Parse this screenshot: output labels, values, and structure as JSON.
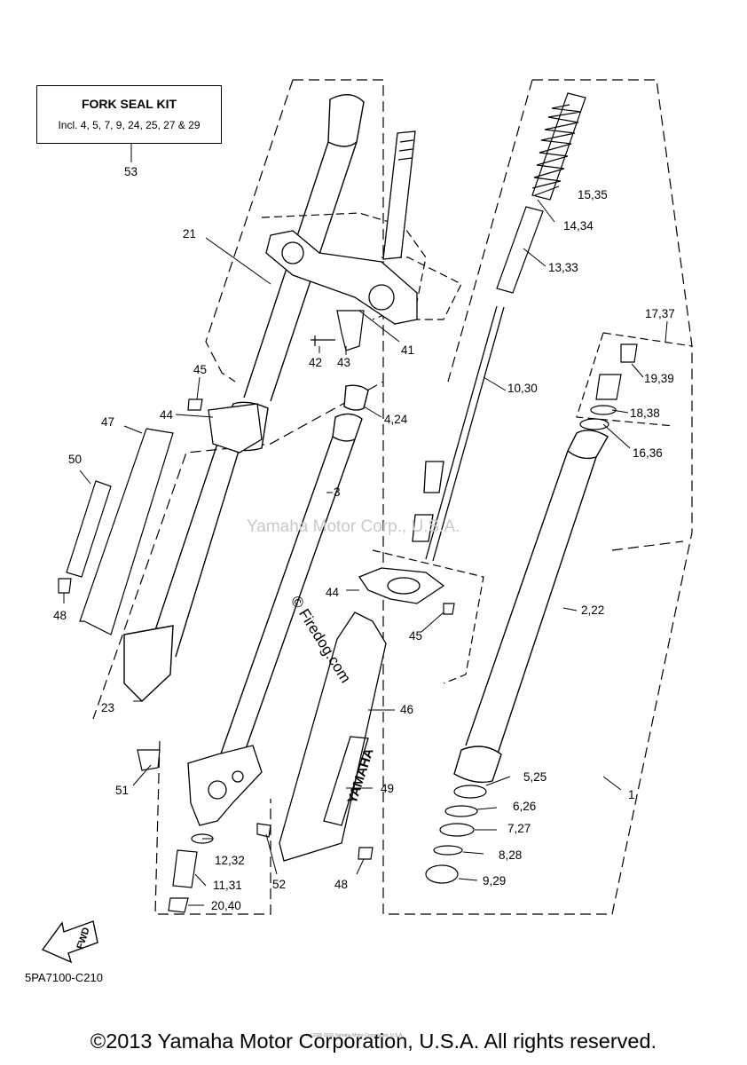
{
  "kit": {
    "title": "FORK SEAL KIT",
    "includes": "Incl. 4, 5, 7, 9, 24, 25, 27 & 29"
  },
  "callouts": {
    "c53": "53",
    "c21": "21",
    "c15": "15,35",
    "c14": "14,34",
    "c13": "13,33",
    "c17": "17,37",
    "c41": "41",
    "c42": "42",
    "c43": "43",
    "c45a": "45",
    "c10": "10,30",
    "c19": "19,39",
    "c44a": "44",
    "c47": "47",
    "c4": "4,24",
    "c18": "18,38",
    "c16": "16,36",
    "c50": "50",
    "c3": "3",
    "c44b": "44",
    "c2": "2,22",
    "c48a": "48",
    "c45b": "45",
    "c23": "23",
    "c46": "46",
    "c51": "51",
    "c5": "5,25",
    "c1": "1",
    "c49": "49",
    "c6": "6,26",
    "c7": "7,27",
    "c12": "12,32",
    "c8": "8,28",
    "c11": "11,31",
    "c52": "52",
    "c48b": "48",
    "c9": "9,29",
    "c20": "20,40"
  },
  "fwd_label": "FWD",
  "brand_mark": "YAMAHA",
  "part_code": "5PA7100-C210",
  "watermark_text": "Yamaha Motor Corp., U.S.A.",
  "firedog_mark": "© Firedog.com",
  "fine_print": "(c) 2005-2016 Yamaha Motor Corporation, U.S.A.",
  "copyright": "©2013 Yamaha Motor Corporation, U.S.A. All rights reserved."
}
